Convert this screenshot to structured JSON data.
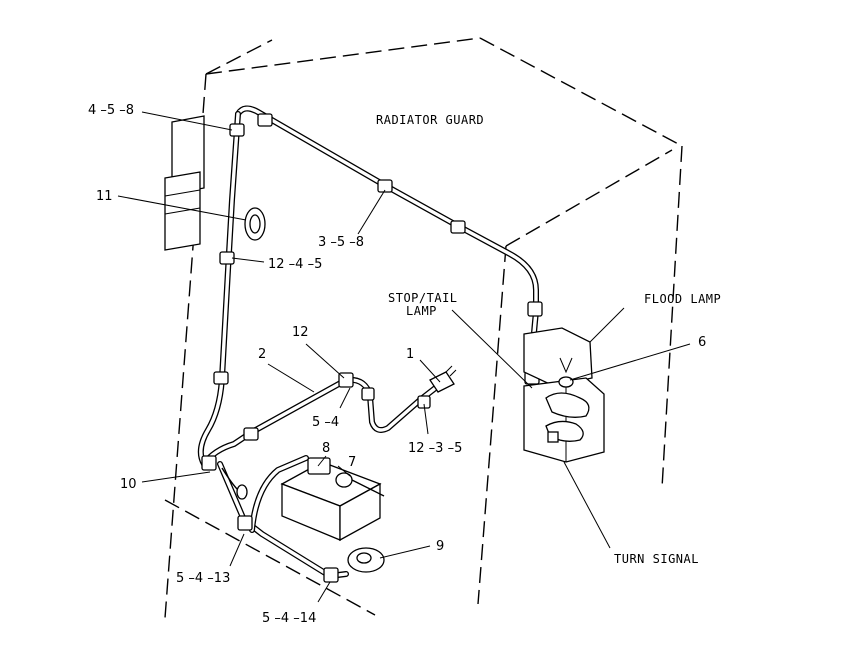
{
  "diagram": {
    "captions": {
      "radiator_guard": "RADIATOR GUARD",
      "stop_tail_line1": "STOP/TAIL",
      "stop_tail_line2": "LAMP",
      "flood_lamp": "FLOOD LAMP",
      "turn_signal": "TURN SIGNAL"
    },
    "callouts": {
      "c_4_5_8": "4 –5 –8",
      "c_11": "11",
      "c_12_4_5": "12 –4 –5",
      "c_3_5_8": "3 –5 –8",
      "c_12": "12",
      "c_2": "2",
      "c_1": "1",
      "c_5_4": "5 –4",
      "c_12_3_5": "12 –3 –5",
      "c_8": "8",
      "c_7": "7",
      "c_10": "10",
      "c_6": "6",
      "c_9": "9",
      "c_5_4_13": "5 –4 –13",
      "c_5_4_14": "5 –4 –14"
    }
  }
}
